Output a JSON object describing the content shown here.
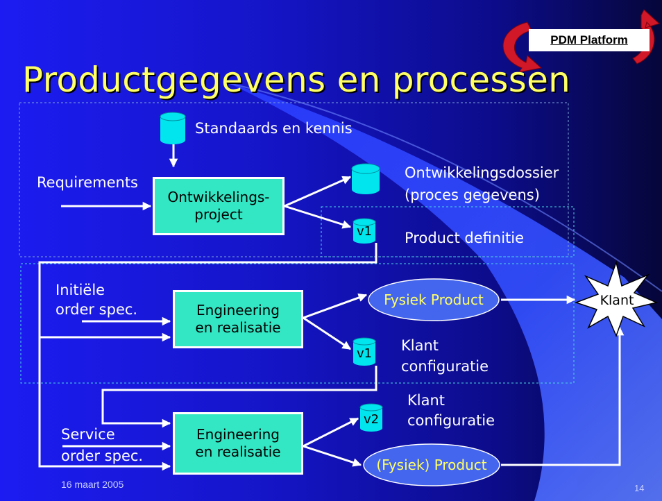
{
  "slide": {
    "title": "Productgegevens en processen",
    "badge": "PDM Platform",
    "footer_date": "16 maart 2005",
    "page_number": "14"
  },
  "labels": {
    "standaards": "Standaards en kennis",
    "requirements": "Requirements",
    "ontwikkelingsdossier": "Ontwikkelingsdossier",
    "proces_gegevens": "(proces gegevens)",
    "product_definitie": "Product definitie",
    "initiele_1": "Initiële",
    "initiele_2": "order spec.",
    "klant_config_1a": "Klant",
    "klant_config_1b": "configuratie",
    "klant_config_2a": "Klant",
    "klant_config_2b": "configuratie",
    "service_1": "Service",
    "service_2": "order spec."
  },
  "boxes": {
    "ontwikkeling_1": "Ontwikkelings-",
    "ontwikkeling_2": "project",
    "engineering1_1": "Engineering",
    "engineering1_2": "en realisatie",
    "engineering2_1": "Engineering",
    "engineering2_2": "en realisatie"
  },
  "ellipses": {
    "fysiek_product": "Fysiek Product",
    "fysiek_product2": "(Fysiek) Product"
  },
  "cylinders": {
    "v1_top": "v1",
    "v1_mid": "v1",
    "v2": "v2"
  },
  "klant": "Klant",
  "colors": {
    "title": "#ffff66",
    "box_fill": "#33e6c4",
    "cylinder_fill": "#00e5ee",
    "ellipse_fill": "#4466ee",
    "badge_arrows": "#d01828"
  }
}
